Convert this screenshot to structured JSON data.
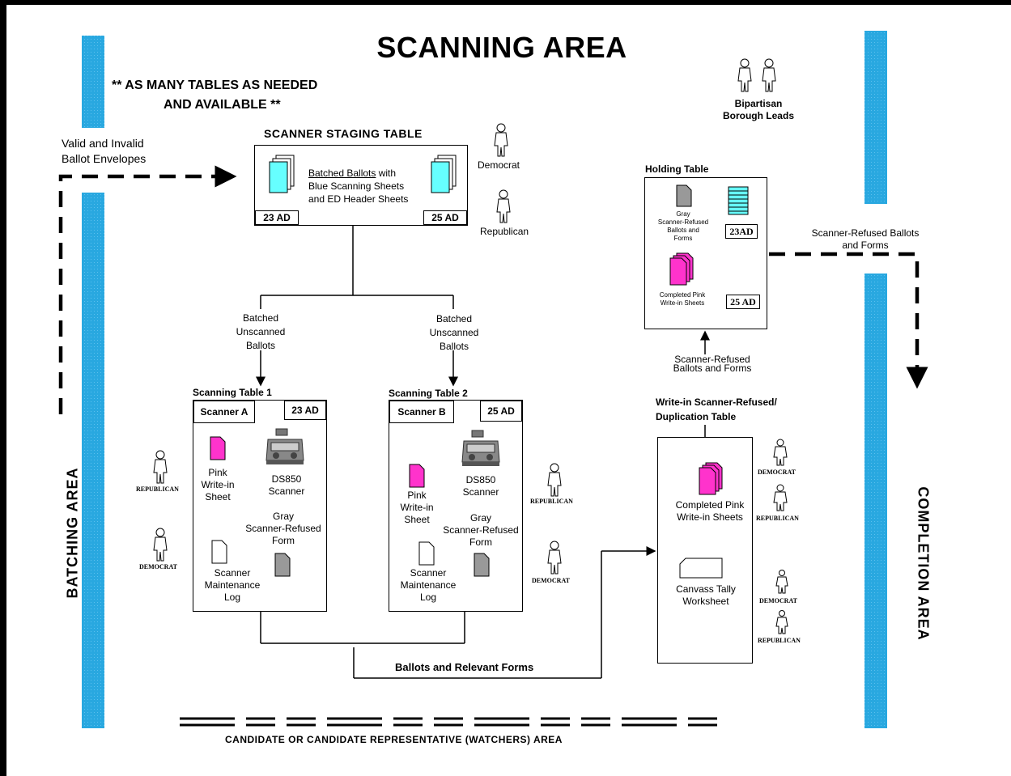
{
  "title": "SCANNING AREA",
  "note": {
    "line1": "** AS MANY TABLES AS NEEDED",
    "line2": "AND AVAILABLE **"
  },
  "envelopes_label": {
    "line1": "Valid and Invalid",
    "line2": "Ballot Envelopes"
  },
  "staging": {
    "title": "SCANNER STAGING TABLE",
    "text_underlined": "Batched Ballots",
    "text_rest1": " with",
    "text_line2": "Blue Scanning Sheets",
    "text_line3": "and ED Header Sheets",
    "tag_left": "23 AD",
    "tag_right": "25 AD"
  },
  "staging_people": {
    "democrat": "Democrat",
    "republican": "Republican"
  },
  "leads": {
    "line1": "Bipartisan",
    "line2": "Borough Leads"
  },
  "holding": {
    "title": "Holding Table",
    "gray_l1": "Gray",
    "gray_l2": "Scanner-Refused",
    "gray_l3": "Ballots and",
    "gray_l4": "Forms",
    "pink_l1": "Completed Pink",
    "pink_l2": "Write-in Sheets",
    "tag1": "23AD",
    "tag2": "25 AD"
  },
  "refused_right": {
    "line1": "Scanner-Refused Ballots",
    "line2": "and Forms"
  },
  "refused_mid": {
    "line1": "Scanner-Refused",
    "line2": "Ballots and Forms"
  },
  "batched_left": {
    "line1": "Batched",
    "line2": "Unscanned",
    "line3": "Ballots"
  },
  "batched_right": {
    "line1": "Batched",
    "line2": "Unscanned",
    "line3": "Ballots"
  },
  "table1": {
    "title": "Scanning Table  1",
    "scanner": "Scanner A",
    "ad": "23 AD",
    "pink": [
      "Pink",
      "Write-in",
      "Sheet"
    ],
    "ds": [
      "DS850",
      "Scanner"
    ],
    "gray": [
      "Gray",
      "Scanner-Refused",
      "Form"
    ],
    "log": [
      "Scanner",
      "Maintenance",
      "Log"
    ]
  },
  "table2": {
    "title": "Scanning Table  2",
    "scanner": "Scanner B",
    "ad": "25 AD",
    "pink": [
      "Pink",
      "Write-in",
      "Sheet"
    ],
    "ds": [
      "DS850",
      "Scanner"
    ],
    "gray": [
      "Gray",
      "Scanner-Refused",
      "Form"
    ],
    "log": [
      "Scanner",
      "Maintenance",
      "Log"
    ]
  },
  "writein": {
    "title1": "Write-in Scanner-Refused/",
    "title2": "Duplication Table",
    "pink1": "Completed Pink",
    "pink2": "Write-in Sheets",
    "canvass1": "Canvass Tally",
    "canvass2": "Worksheet"
  },
  "parties": {
    "t1_rep": "REPUBLICAN",
    "t1_dem": "DEMOCRAT",
    "t2_rep": "REPUBLICAN",
    "t2_dem": "DEMOCRAT",
    "w_dem1": "DEMOCRAT",
    "w_rep1": "REPUBLICAN",
    "w_dem2": "DEMOCRAT",
    "w_rep2": "REPUBLICAN"
  },
  "ballots_forms": "Ballots and Relevant Forms",
  "batching_area": "BATCHING AREA",
  "completion_area": "COMPLETION AREA",
  "watchers": "CANDIDATE OR CANDIDATE REPRESENTATIVE (WATCHERS) AREA",
  "colors": {
    "blue_bar": "#29a8e0",
    "pink": "#ff33cc",
    "cyan": "#66ffff",
    "gray": "#999999"
  }
}
